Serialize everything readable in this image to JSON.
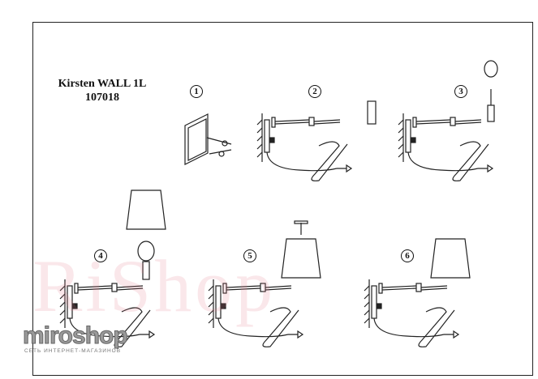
{
  "title": {
    "line1": "Kirsten WALL 1L",
    "line2": "107018"
  },
  "steps": [
    "1",
    "2",
    "3",
    "4",
    "5",
    "6"
  ],
  "watermark": {
    "text": "RiShop",
    "logo": "miroshop",
    "logo_sub": "СЕТЬ ИНТЕРНЕТ-МАГАЗИНОВ"
  }
}
